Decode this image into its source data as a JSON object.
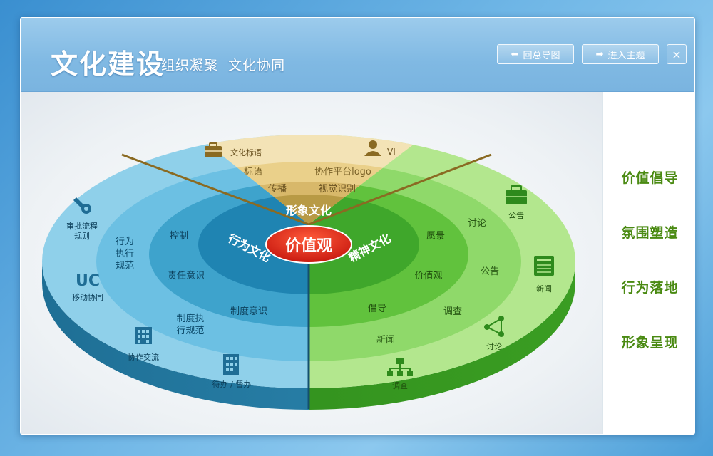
{
  "header": {
    "title": "文化建设",
    "subtitle": "组织凝聚  文化协同",
    "back_button": "回总导图",
    "enter_button": "进入主题",
    "close_symbol": "×"
  },
  "sidebar": {
    "items": [
      {
        "label": "价值倡导"
      },
      {
        "label": "氛围塑造"
      },
      {
        "label": "行为落地"
      },
      {
        "label": "形象呈现"
      }
    ]
  },
  "diagram": {
    "center": "价值观",
    "sections": {
      "image": {
        "name": "形象文化",
        "color": "#d8b86a",
        "inner": [
          "传播",
          "视觉识别"
        ],
        "outer": [
          "标语",
          "协作平台logo"
        ],
        "apps": [
          {
            "label": "文化标语",
            "icon": "briefcase-icon"
          },
          {
            "label": "VI",
            "icon": "person-icon"
          }
        ]
      },
      "behavior": {
        "name": "行为文化",
        "color": "#3ea3cc",
        "inner": [
          "控制",
          "责任意识",
          "制度意识"
        ],
        "outer": [
          "行为\n执行\n规范",
          "制度执\n行规范"
        ],
        "apps": [
          {
            "label": "审批流程\n规则",
            "icon": "wrench-icon"
          },
          {
            "label": "移动协同",
            "icon": "uc-icon",
            "glyph": "UC"
          },
          {
            "label": "协作交流",
            "icon": "building-icon"
          },
          {
            "label": "待办 / 督办",
            "icon": "office-building-icon"
          }
        ]
      },
      "spirit": {
        "name": "精神文化",
        "color": "#4cb52c",
        "inner": [
          "愿景",
          "价值观",
          "倡导"
        ],
        "outer": [
          "讨论",
          "公告",
          "调查",
          "新闻"
        ],
        "apps": [
          {
            "label": "公告",
            "icon": "toolbox-icon"
          },
          {
            "label": "新闻",
            "icon": "newspaper-icon"
          },
          {
            "label": "讨论",
            "icon": "share-nodes-icon"
          },
          {
            "label": "调查",
            "icon": "org-chart-icon"
          }
        ]
      }
    }
  }
}
